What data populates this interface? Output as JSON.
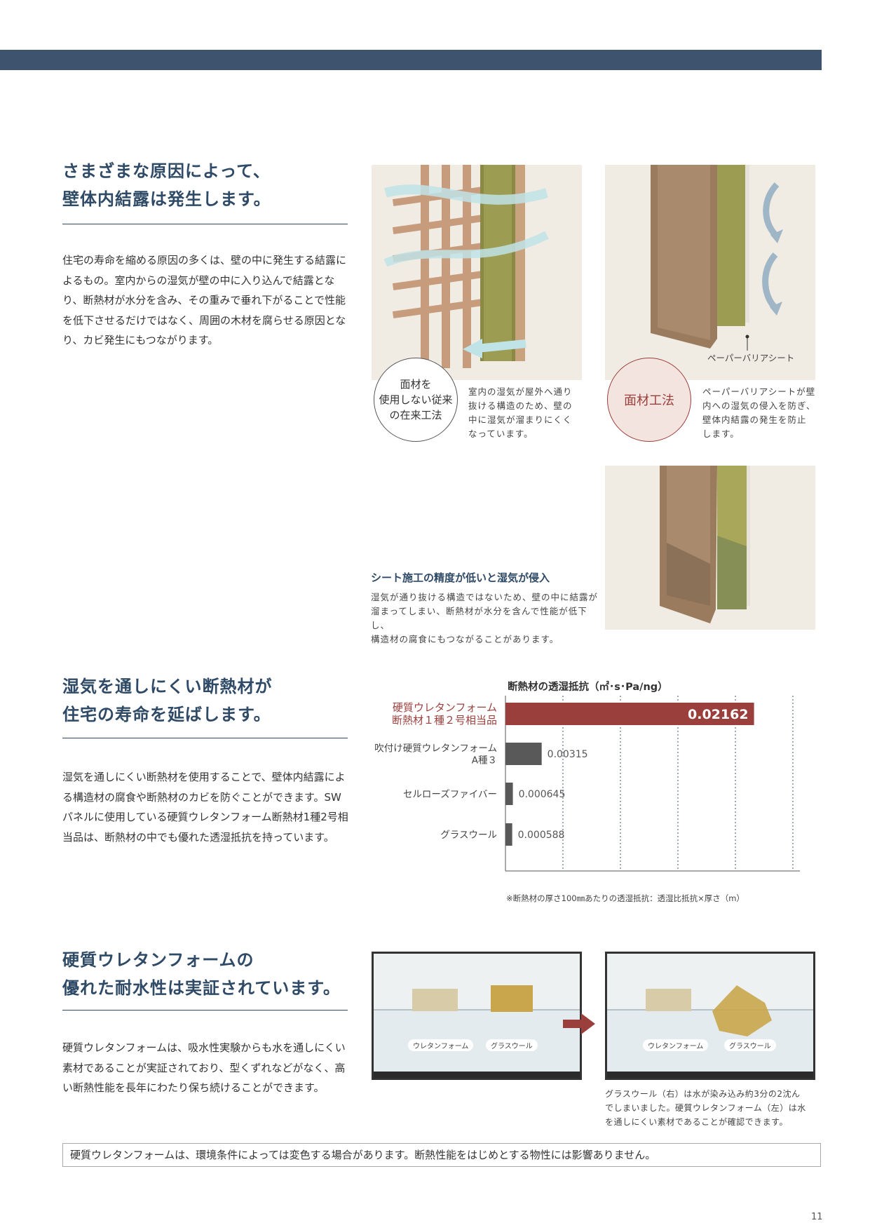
{
  "section1": {
    "heading_line1": "さまざまな原因によって、",
    "heading_line2": "壁体内結露は発生します。",
    "body": "住宅の寿命を縮める原因の多くは、壁の中に発生する結露によるもの。室内からの湿気が壁の中に入り込んで結露となり、断熱材が水分を含み、その重みで垂れ下がることで性能を低下させるだけではなく、周囲の木材を腐らせる原因となり、カビ発生にもつながります。"
  },
  "method_left": {
    "circle_line1": "面材を",
    "circle_line2": "使用しない従来",
    "circle_line3": "の在来工法",
    "caption_line1": "室内の湿気が屋外へ通り",
    "caption_line2": "抜ける構造のため、壁の",
    "caption_line3": "中に湿気が溜まりにくく",
    "caption_line4": "なっています。"
  },
  "method_right": {
    "label": "ペーパーバリアシート",
    "circle_text": "面材工法",
    "caption_line1": "ペーパーバリアシートが壁",
    "caption_line2": "内への湿気の侵入を防ぎ、",
    "caption_line3": "壁体内結露の発生を防止",
    "caption_line4": "します。"
  },
  "sheet_note": {
    "title": "シート施工の精度が低いと湿気が侵入",
    "line1": "湿気が通り抜ける構造ではないため、壁の中に結露が",
    "line2": "溜まってしまい、断熱材が水分を含んで性能が低下し、",
    "line3": "構造材の腐食にもつながることがあります。"
  },
  "section2": {
    "heading_line1": "湿気を通しにくい断熱材が",
    "heading_line2": "住宅の寿命を延ばします。",
    "body": "湿気を通しにくい断熱材を使用することで、壁体内結露による構造材の腐食や断熱材のカビを防ぐことができます。SWパネルに使用している硬質ウレタンフォーム断熱材1種2号相当品は、断熱材の中でも優れた透湿抵抗を持っています。"
  },
  "chart_data": {
    "type": "bar",
    "orientation": "horizontal",
    "title": "断熱材の透湿抵抗（㎡･s･Pa/ng）",
    "categories": [
      [
        "硬質ウレタンフォーム",
        "断熱材１種２号相当品"
      ],
      [
        "吹付け硬質ウレタンフォーム",
        "A種３"
      ],
      [
        "セルローズファイバー"
      ],
      [
        "グラスウール"
      ]
    ],
    "values": [
      0.02162,
      0.00315,
      0.000645,
      0.000588
    ],
    "value_labels": [
      "0.02162",
      "0.00315",
      "0.000645",
      "0.000588"
    ],
    "xlim": [
      0,
      0.025
    ],
    "ticks": [
      "0",
      "0.005",
      "0.01",
      "0.015",
      "0.02",
      "0.025"
    ],
    "tick_values": [
      0,
      0.005,
      0.01,
      0.015,
      0.02,
      0.025
    ],
    "grid": "vertical dotted",
    "colors": [
      "#9b3f3c",
      "#595959",
      "#595959",
      "#595959"
    ],
    "note": "※断熱材の厚さ100㎜あたりの透湿抵抗：透湿比抵抗×厚さ（m）"
  },
  "section3": {
    "heading_line1": "硬質ウレタンフォームの",
    "heading_line2": "優れた耐水性は実証されています。",
    "body": "硬質ウレタンフォームは、吸水性実験からも水を通しにくい素材であることが実証されており、型くずれなどがなく、高い断熱性能を長年にわたり保ち続けることができます。"
  },
  "experiment": {
    "left_label_a": "ウレタンフォーム",
    "left_label_b": "グラスウール",
    "right_label_a": "ウレタンフォーム",
    "right_label_b": "グラスウール",
    "caption_line1": "グラスウール（右）は水が染み込み約3分の2沈ん",
    "caption_line2": "でしまいました。硬質ウレタンフォーム（左）は水",
    "caption_line3": "を通しにくい素材であることが確認できます。"
  },
  "footer_note": "硬質ウレタンフォームは、環境条件によっては変色する場合があります。断熱性能をはじめとする物性には影響ありません。",
  "page_number": "11",
  "colors": {
    "navy": "#3d536e",
    "accent_red": "#9b3f3c",
    "beige": "#efe9e0"
  }
}
